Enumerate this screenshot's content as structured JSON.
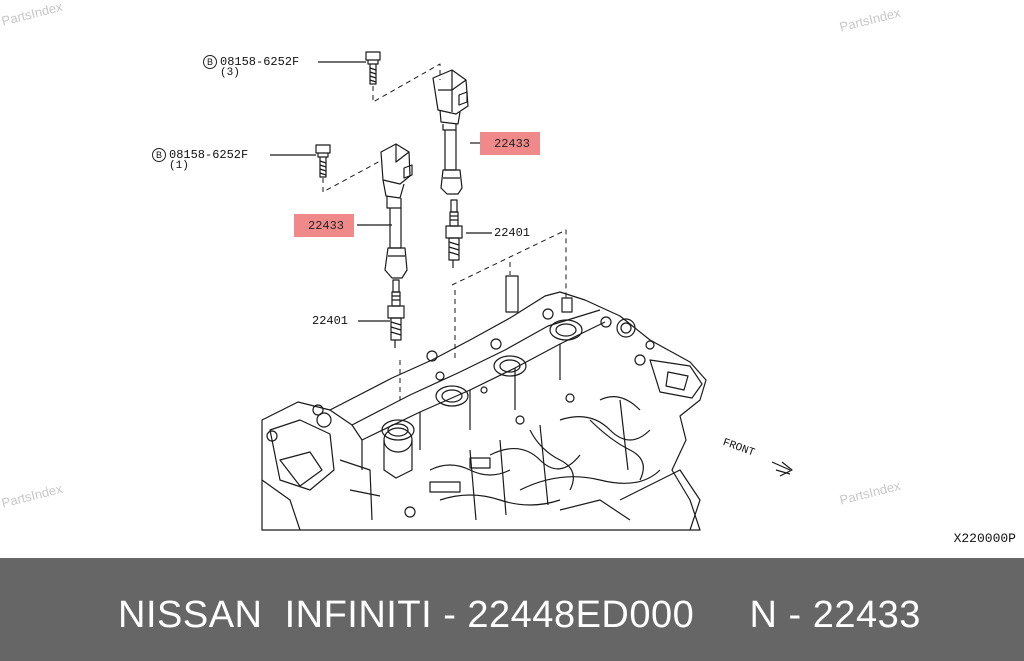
{
  "watermarks": [
    "PartsIndex",
    "PartsIndex",
    "PartsIndex",
    "PartsIndex"
  ],
  "callouts": {
    "bolt_top": {
      "part": "08158-6252F",
      "qty": "(3)"
    },
    "bolt_mid": {
      "part": "08158-6252F",
      "qty": "(1)"
    },
    "coil_right": "22433",
    "coil_left": "22433",
    "plug_right": "22401",
    "plug_left": "22401"
  },
  "front_label": "FRONT",
  "diagram_code": "X220000P",
  "footer": {
    "text": "NISSAN  INFINITI - 22448ED000     N - 22433"
  },
  "colors": {
    "highlight": "#f08a8a",
    "footer_bg": "#666666",
    "line": "#1a1a1a"
  }
}
